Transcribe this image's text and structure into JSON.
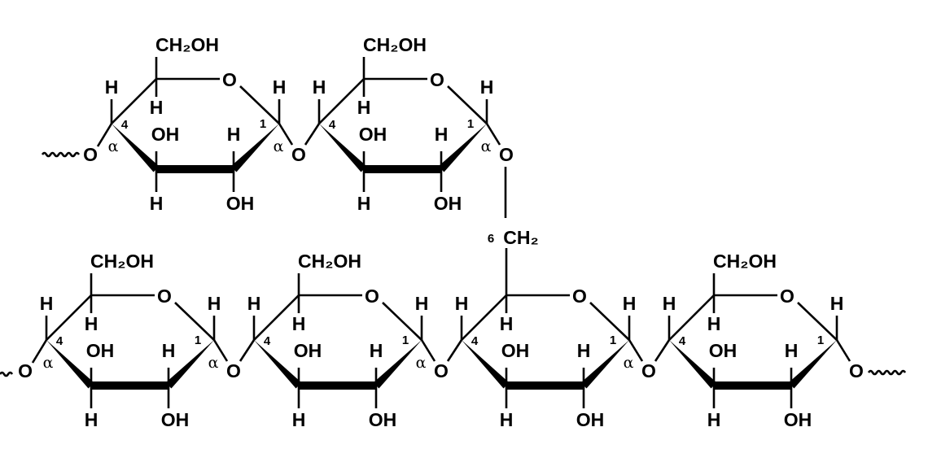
{
  "diagram": {
    "labels": {
      "hydroxymethyl": "CH₂OH",
      "ring_oxygen": "O",
      "glycosidic_oxygen": "O",
      "hydrogen": "H",
      "hydroxyl": "OH",
      "carbon_4": "4",
      "carbon_1": "1",
      "alpha": "α",
      "branch_methylene": "CH₂",
      "carbon_6": "6"
    },
    "residues": [
      {
        "id": "top-1",
        "row": "top",
        "c6": "hydroxymethyl",
        "left_oxygen": true,
        "left_alpha": true,
        "left_chain": true,
        "right_alpha": true,
        "right_chain": false
      },
      {
        "id": "top-2",
        "row": "top",
        "c6": "hydroxymethyl",
        "left_oxygen": false,
        "left_alpha": false,
        "left_chain": false,
        "right_alpha": true,
        "right_chain": false
      },
      {
        "id": "bottom-1",
        "row": "bottom",
        "c6": "hydroxymethyl",
        "left_oxygen": true,
        "left_alpha": true,
        "left_chain": true,
        "right_alpha": true,
        "right_chain": false
      },
      {
        "id": "bottom-2",
        "row": "bottom",
        "c6": "hydroxymethyl",
        "left_oxygen": false,
        "left_alpha": false,
        "left_chain": false,
        "right_alpha": true,
        "right_chain": false
      },
      {
        "id": "bottom-3",
        "row": "bottom",
        "c6": "branch",
        "left_oxygen": false,
        "left_alpha": false,
        "left_chain": false,
        "right_alpha": true,
        "right_chain": false
      },
      {
        "id": "bottom-4",
        "row": "bottom",
        "c6": "hydroxymethyl",
        "left_oxygen": false,
        "left_alpha": false,
        "left_chain": false,
        "right_alpha": false,
        "right_chain": true
      }
    ],
    "linkages": [
      {
        "type": "α(1→4)",
        "from": "top-1",
        "to": "top-2"
      },
      {
        "type": "α(1→6)",
        "from": "top-2",
        "to": "bottom-3"
      },
      {
        "type": "α(1→4)",
        "from": "bottom-1",
        "to": "bottom-2"
      },
      {
        "type": "α(1→4)",
        "from": "bottom-2",
        "to": "bottom-3"
      },
      {
        "type": "α(1→4)",
        "from": "bottom-3",
        "to": "bottom-4"
      }
    ],
    "colors": {
      "ink": "#000000",
      "background": "#ffffff"
    }
  }
}
